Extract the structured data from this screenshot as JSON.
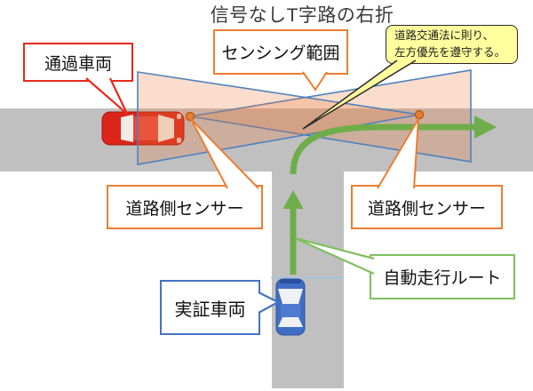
{
  "title": "信号なしT字路の右折",
  "labels": {
    "passing_vehicle": "通過車両",
    "sensing_range": "センシング範囲",
    "roadside_sensor_left": "道路側センサー",
    "roadside_sensor_right": "道路側センサー",
    "test_vehicle": "実証車両",
    "auto_route": "自動走行ルート"
  },
  "note": {
    "line1": "道路交通法に則り、",
    "line2": "左方優先を遵守する。"
  },
  "colors": {
    "road": "#c0c0c0",
    "route_green": "#6fad4b",
    "sensing_fill": "rgba(236,125,60,0.26)",
    "sensing_stroke": "#4f81bd",
    "sensor_dot": "#ed7d31",
    "label_border_red": "#e8291c",
    "label_border_orange": "#ed7d31",
    "label_border_blue": "#4472c4",
    "label_border_green": "#7fbf5f",
    "note_bg": "#ffff9e",
    "passing_car": "#db251a",
    "test_car": "#3f6ec3",
    "stop_line": "#9dc3e6"
  }
}
